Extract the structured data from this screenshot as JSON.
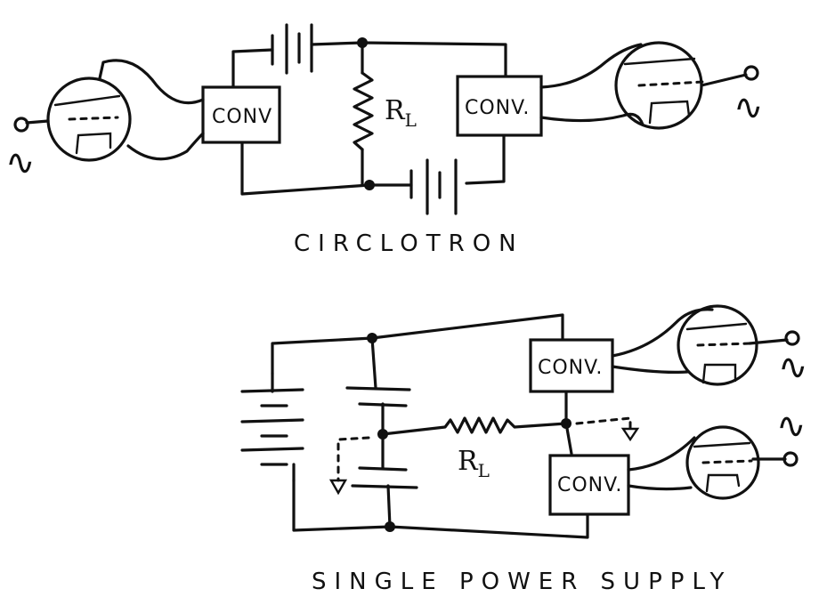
{
  "circlotron": {
    "caption": "CIRCLOTRON",
    "left_converter": "CONV",
    "right_converter": "CONV.",
    "resistor_label": "R",
    "resistor_subscript": "L"
  },
  "single_supply": {
    "caption": "SINGLE POWER SUPPLY",
    "top_converter": "CONV.",
    "bottom_converter": "CONV.",
    "resistor_label": "R",
    "resistor_subscript": "L"
  },
  "ac_symbol": "∿"
}
